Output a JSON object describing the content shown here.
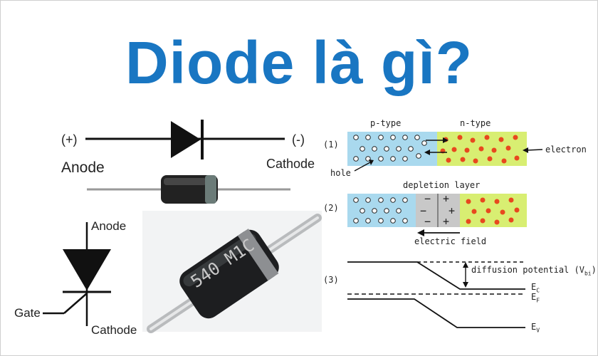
{
  "title": "Diode là gì?",
  "colors": {
    "title": "#1976c2",
    "p_region": "#a9d9ee",
    "n_region": "#d8ee72",
    "depletion": "#c8c8c8",
    "electron_dot": "#e8481e"
  },
  "diode_symbol": {
    "plus": "(+)",
    "minus": "(-)",
    "anode": "Anode",
    "cathode": "Cathode"
  },
  "thyristor": {
    "anode": "Anode",
    "gate": "Gate",
    "cathode": "Cathode"
  },
  "photo_marking": "540 M1C",
  "junction": {
    "p_type": "p-type",
    "n_type": "n-type",
    "step1": "(1)",
    "step2": "(2)",
    "step3": "(3)",
    "electron": "electron",
    "hole": "hole",
    "depletion_layer": "depletion layer",
    "electric_field": "electric field",
    "diffusion_potential": "diffusion potential (V",
    "diffusion_sub": "bi",
    "diffusion_close": ")",
    "ec": "E",
    "ec_sub": "C",
    "ef": "E",
    "ef_sub": "F",
    "ev": "E",
    "ev_sub": "V",
    "minus_sign": "−",
    "plus_sign": "+"
  }
}
